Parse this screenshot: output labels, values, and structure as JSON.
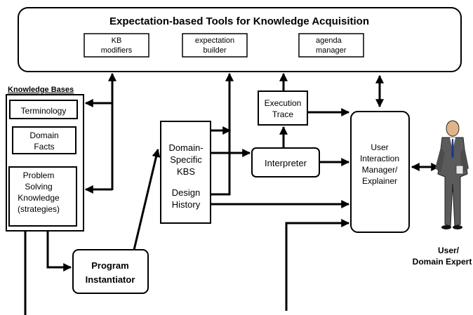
{
  "tools": {
    "title": "Expectation-based Tools for Knowledge Acquisition",
    "kb_modifiers": [
      "KB",
      "modifiers"
    ],
    "expectation_builder": [
      "expectation",
      "builder"
    ],
    "agenda_manager": [
      "agenda",
      "manager"
    ]
  },
  "knowledge_bases": {
    "title": "Knowledge Bases",
    "terminology": "Terminology",
    "domain_facts": [
      "Domain",
      "Facts"
    ],
    "problem_solving": [
      "Problem",
      "Solving",
      "Knowledge",
      "(strategies)"
    ]
  },
  "domain_kbs": [
    "Domain-",
    "Specific",
    "KBS",
    "Design",
    "History"
  ],
  "execution_trace": [
    "Execution",
    "Trace"
  ],
  "interpreter": "Interpreter",
  "user_interaction": [
    "User",
    "Interaction",
    "Manager/",
    "Explainer"
  ],
  "program_instantiator": [
    "Program",
    "Instantiator"
  ],
  "user_label": [
    "User/",
    "Domain Expert"
  ]
}
